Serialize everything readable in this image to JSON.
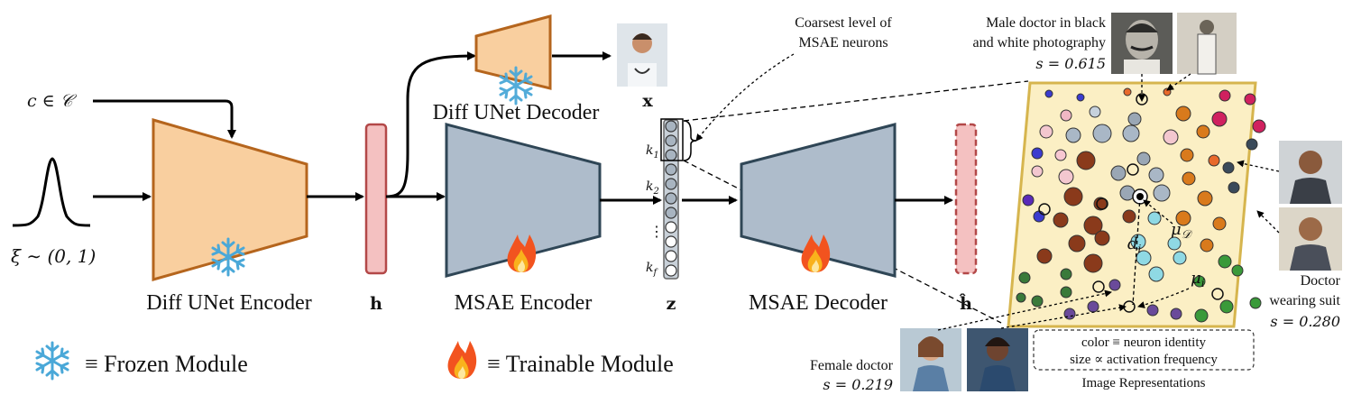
{
  "inputs": {
    "condition": "c ∈ 𝒞",
    "noise": "ξ ∼ (0, 1)"
  },
  "modules": {
    "encoder": "Diff UNet Encoder",
    "decoder": "Diff UNet Decoder",
    "msae_encoder": "MSAE Encoder",
    "msae_decoder": "MSAE Decoder"
  },
  "symbols": {
    "h": "h",
    "x": "x",
    "z": "z",
    "h_hat": "ĥ",
    "k1": "k1",
    "k2": "k2",
    "kf": "kf",
    "dots": "⋮",
    "mu_d": "μ𝒟",
    "mu_i": "μi",
    "d_i": "di"
  },
  "annotations": {
    "coarsest_line1": "Coarsest level of",
    "coarsest_line2": "MSAE neurons",
    "male_line1": "Male doctor in black",
    "male_line2": "and white photography",
    "male_score": "s = 0.615",
    "suit_line1": "Doctor",
    "suit_line2": "wearing suit",
    "suit_score": "s = 0.280",
    "female_line1": "Female doctor",
    "female_score": "s = 0.219",
    "legend_line1": "color ≡ neuron identity",
    "legend_line2": "size ∝ activation frequency",
    "panel_caption": "Image Representations"
  },
  "legend": {
    "frozen": "≡ Frozen Module",
    "trainable": "≡ Trainable Module"
  },
  "colors": {
    "unet_fill": "#f9cf9f",
    "unet_stroke": "#b5651d",
    "msae_fill": "#aebccb",
    "msae_stroke": "#2f4656",
    "latent_fill": "#f4c1c1",
    "latent_stroke": "#b34848",
    "panel_fill": "#fbefc4",
    "panel_stroke": "#d6b54e"
  }
}
